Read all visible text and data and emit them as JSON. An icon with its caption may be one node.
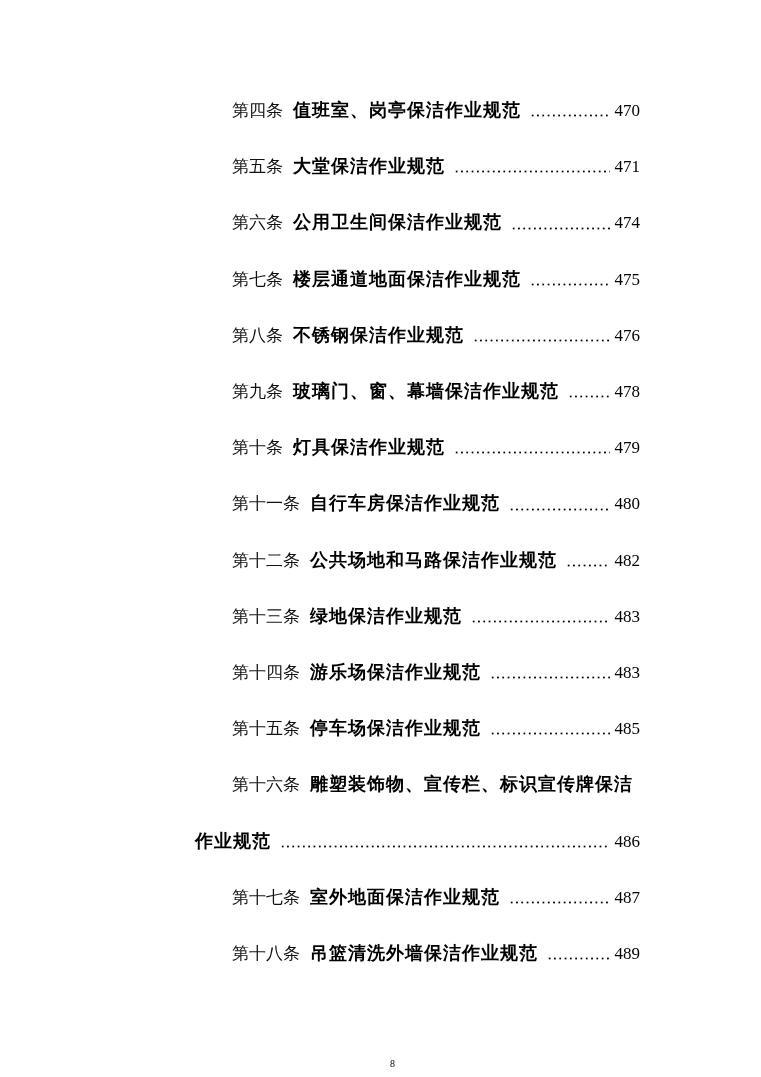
{
  "diagram": {
    "labels": [
      "第四条",
      "值班室、岗亭保洁作业规范",
      "470",
      "第五条",
      "大堂保洁作业规范",
      "471",
      "第六条",
      "公用卫生间保洁作业规范",
      "474",
      "第七条",
      "楼层通道地面保洁作业规范",
      "475",
      "第八条",
      "不锈钢保洁作业规范",
      "476",
      "第九条",
      "玻璃门、窗、幕墙保洁作业规范",
      "478",
      "第十条",
      "灯具保洁作业规范",
      "479",
      "第十一条",
      "自行车房保洁作业规范",
      "480",
      "第十二条",
      "公共场地和马路保洁作业规范",
      "482",
      "第十三条",
      "绿地保洁作业规范",
      "483",
      "第十四条",
      "游乐场保洁作业规范",
      "483",
      "第十五条",
      "停车场保洁作业规范",
      "485",
      "第十六条",
      "雕塑装饰物、宣传栏、标识宣传牌保洁作业规范",
      "486",
      "第十七条",
      "室外地面保洁作业规范",
      "487",
      "第十八条",
      "吊篮清洗外墙保洁作业规范",
      "489",
      "8"
    ]
  }
}
